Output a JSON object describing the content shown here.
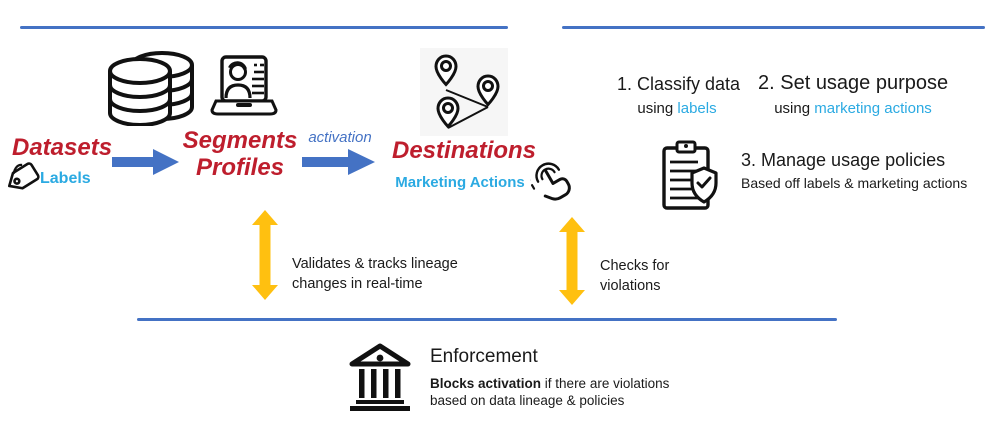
{
  "colors": {
    "accent_blue": "#4472C4",
    "heading_red": "#BE1E2D",
    "keyword_cyan": "#2BAAE2",
    "arrow_yellow": "#FFC010"
  },
  "pipeline": {
    "datasets_label": "Datasets",
    "datasets_sub": "Labels",
    "segments_line1": "Segments",
    "segments_line2": "Profiles",
    "activation_label": "activation",
    "destinations_label": "Destinations",
    "destinations_sub": "Marketing Actions"
  },
  "steps": {
    "one": {
      "title": "1. Classify data",
      "prefix": "using ",
      "keyword": "labels"
    },
    "two": {
      "title": "2. Set usage purpose",
      "prefix": "using ",
      "keyword": "marketing actions"
    },
    "three": {
      "title": "3. Manage usage policies",
      "subtitle": "Based off labels & marketing actions"
    }
  },
  "annotations": {
    "lineage_line1": "Validates & tracks lineage",
    "lineage_line2": "changes in real-time",
    "violations_line1": "Checks for",
    "violations_line2": "violations"
  },
  "enforcement": {
    "title": "Enforcement",
    "desc_bold": "Blocks activation",
    "desc_rest": " if there are violations",
    "desc_line2": "based on data lineage & policies"
  }
}
